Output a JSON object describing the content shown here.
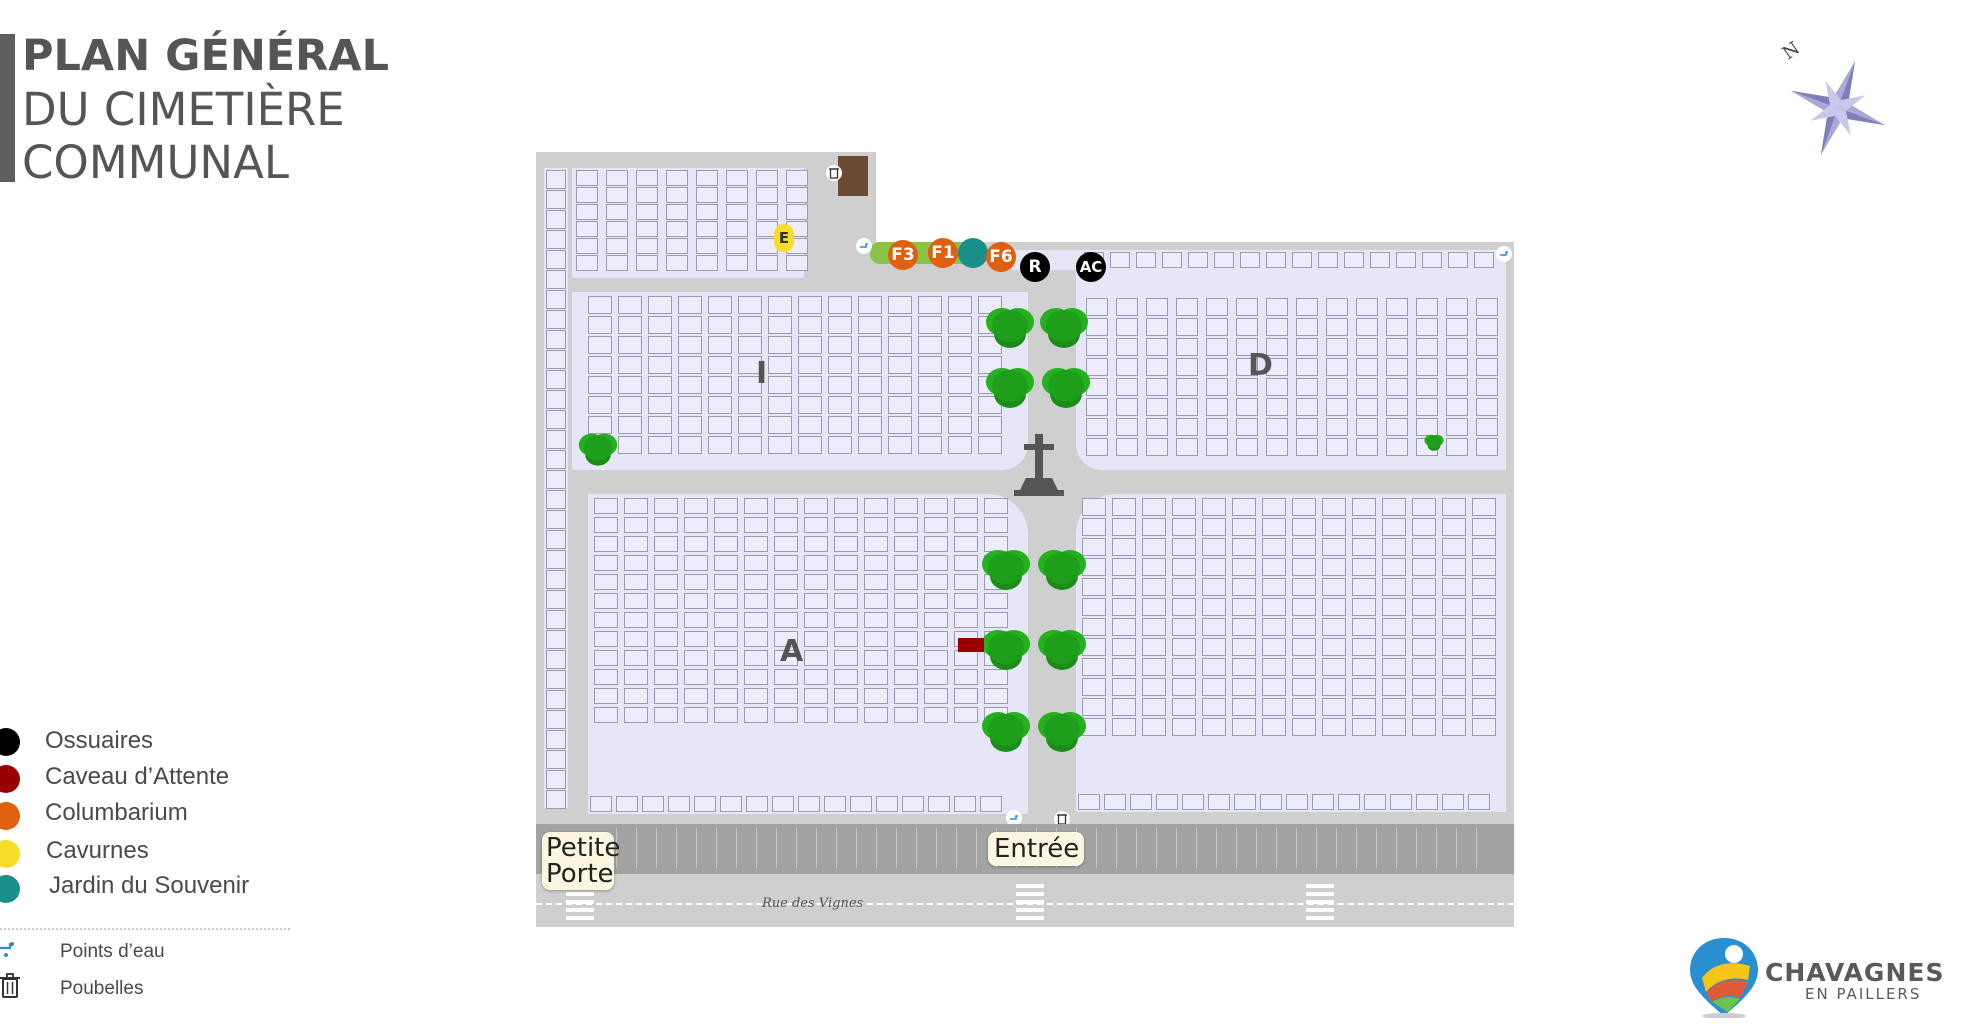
{
  "title": {
    "line1": "PLAN GÉNÉRAL",
    "line2": "DU CIMETIÈRE",
    "line3": "COMMUNAL"
  },
  "compass": {
    "north_label": "N"
  },
  "map": {
    "markers": [
      {
        "id": "f3",
        "label": "F3",
        "color": "#e06010"
      },
      {
        "id": "f1",
        "label": "F1",
        "color": "#e06010"
      },
      {
        "id": "f6",
        "label": "F6",
        "color": "#e06010"
      },
      {
        "id": "jardin",
        "label": "",
        "color": "#1a8f8a"
      },
      {
        "id": "r",
        "label": "R",
        "color": "#000000"
      },
      {
        "id": "ac",
        "label": "AC",
        "color": "#000000"
      },
      {
        "id": "e",
        "label": "E",
        "color": "#f7dc2a"
      }
    ],
    "zone_letters": {
      "a": "A",
      "b": "I",
      "d": "D"
    },
    "entrance_labels": {
      "petite_porte_1": "Petite",
      "petite_porte_2": "Porte",
      "entree": "Entrée"
    },
    "street": "Rue des Vignes"
  },
  "legend": {
    "items": [
      {
        "label": "Ossuaires",
        "color": "#000000"
      },
      {
        "label": "Caveau d’Attente",
        "color": "#9a0000"
      },
      {
        "label": "Columbarium",
        "color": "#e06010"
      },
      {
        "label": "Cavurnes",
        "color": "#f7dc2a"
      },
      {
        "label": "Jardin du Souvenir",
        "color": "#1a8f8a"
      }
    ],
    "icons": [
      {
        "label": "Points d’eau",
        "icon": "water-tap-icon"
      },
      {
        "label": "Poubelles",
        "icon": "trash-can-icon"
      }
    ]
  },
  "logo": {
    "name": "CHAVAGNES",
    "subtitle": "EN PAILLERS"
  }
}
